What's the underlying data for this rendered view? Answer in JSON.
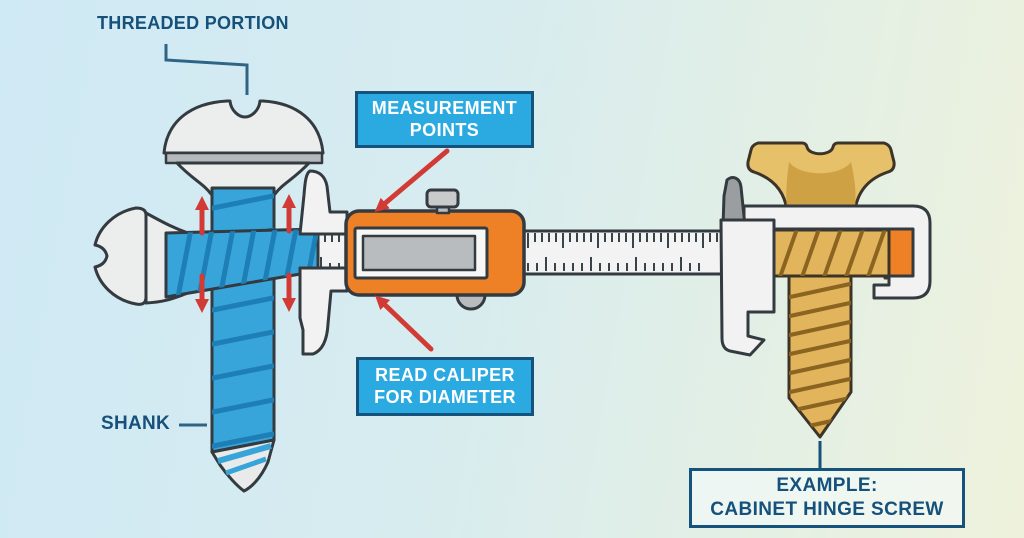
{
  "labels": {
    "threaded_portion": "THREADED PORTION",
    "measurement_points_line1": "MEASUREMENT",
    "measurement_points_line2": "POINTS",
    "read_caliper_line1": "READ CALIPER",
    "read_caliper_line2": "FOR DIAMETER",
    "shank": "SHANK",
    "example_line1": "EXAMPLE:",
    "example_line2": "CABINET HINGE SCREW"
  },
  "diagram_parts": [
    "vertical-blue-screw",
    "horizontal-blue-screw",
    "digital-caliper",
    "caliper-beam-scale",
    "caliper-right-end",
    "gold-cabinet-hinge-screw",
    "measurement-point-arrows"
  ],
  "colors": {
    "background_left": "#cfe9f5",
    "background_right": "#eef2dc",
    "callout_fill": "#2baae1",
    "callout_border": "#15537d",
    "label_text": "#15517b",
    "arrow_red": "#d23b35",
    "screw_blue": "#38a5da",
    "screw_blue_ridge": "#1d7fb5",
    "caliper_orange": "#ee8125",
    "screw_gold": "#e2b45c",
    "screw_gold_ridge": "#8a6420",
    "metal_light": "#f1f2f1",
    "metal_gray": "#b9bcbe",
    "outline": "#333a40"
  }
}
